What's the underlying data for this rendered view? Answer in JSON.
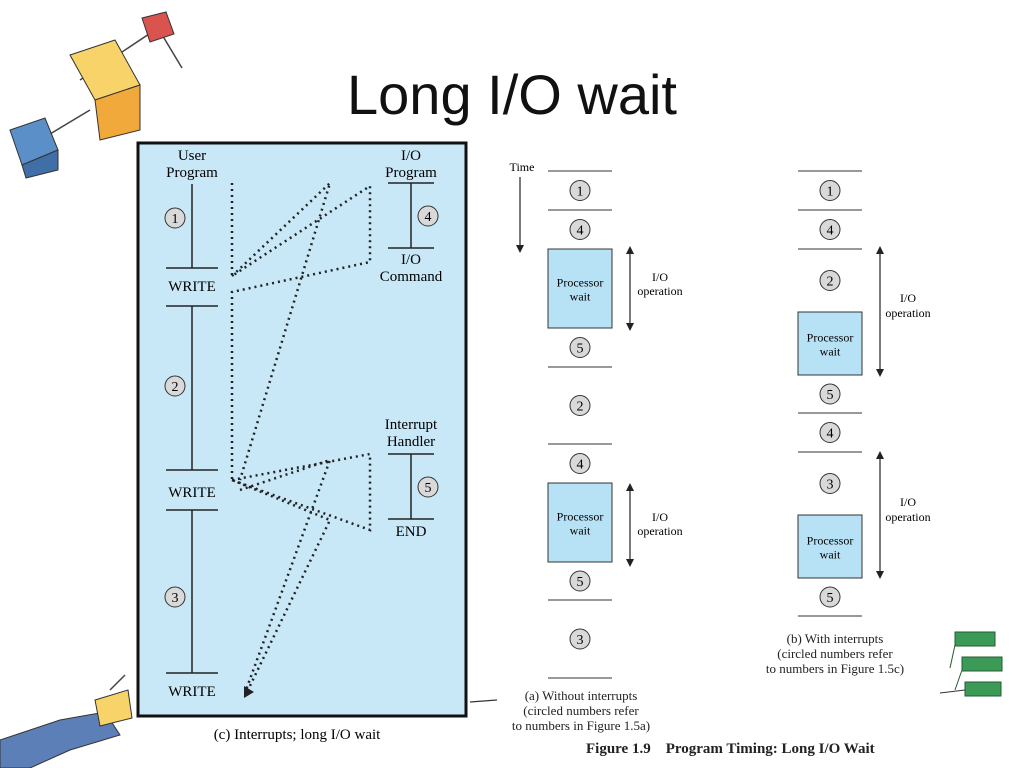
{
  "slide": {
    "title": "Long I/O wait"
  },
  "panel_c": {
    "user_program": [
      "User",
      "Program"
    ],
    "io_program": [
      "I/O",
      "Program"
    ],
    "io_command": [
      "I/O",
      "Command"
    ],
    "interrupt_handler": [
      "Interrupt",
      "Handler"
    ],
    "write_label": "WRITE",
    "end_label": "END",
    "circled": [
      "1",
      "2",
      "3",
      "4",
      "5"
    ],
    "caption": "(c) Interrupts; long I/O wait"
  },
  "panel_a": {
    "time_label": "Time",
    "sequence": [
      "1",
      "4",
      "Processor wait",
      "5",
      "2",
      "4",
      "Processor wait",
      "5",
      "3"
    ],
    "io_operation": [
      "I/O",
      "operation"
    ],
    "caption": [
      "(a) Without interrupts",
      "(circled numbers refer",
      "to numbers in Figure 1.5a)"
    ]
  },
  "panel_b": {
    "sequence": [
      "1",
      "4",
      "2",
      "Processor wait",
      "5",
      "4",
      "3",
      "Processor wait",
      "5"
    ],
    "io_operation": [
      "I/O",
      "operation"
    ],
    "caption": [
      "(b) With interrupts",
      "(circled numbers refer",
      "to numbers in Figure 1.5c)"
    ]
  },
  "figure_caption": "Figure 1.9    Program Timing: Long I/O Wait",
  "colors": {
    "panel_fill": "#c8e8f8",
    "processor_wait": "#b7e2f5",
    "circle_fill": "#d9d9d9"
  }
}
